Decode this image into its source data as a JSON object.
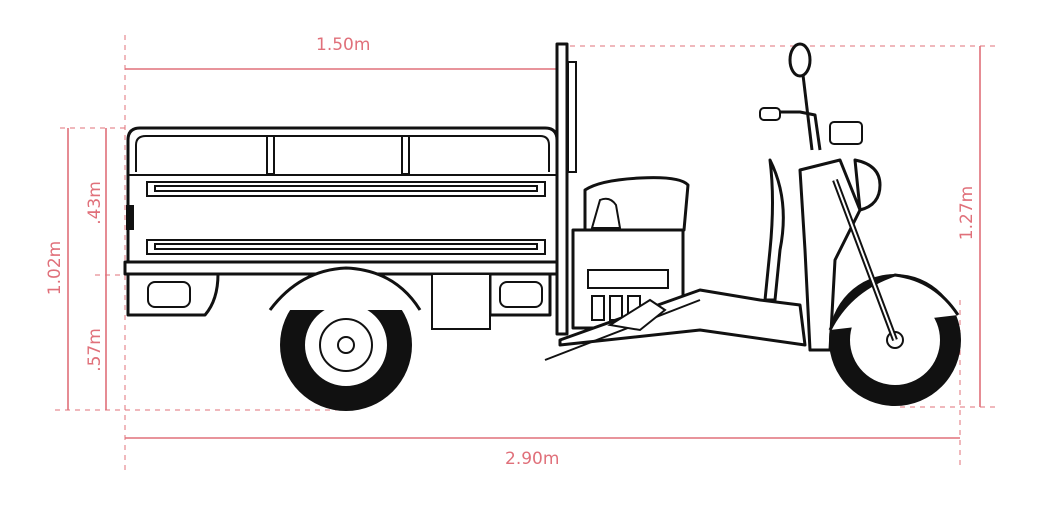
{
  "diagram": {
    "subject": "cargo-tricycle-side-view",
    "dimension_color": "#e0707a",
    "dimensions": {
      "cargo_length": "1.50m",
      "total_length": "2.90m",
      "total_height": "1.27m",
      "cargo_height": "1.02m",
      "box_side_height": ".43m",
      "deck_height": ".57m"
    }
  }
}
